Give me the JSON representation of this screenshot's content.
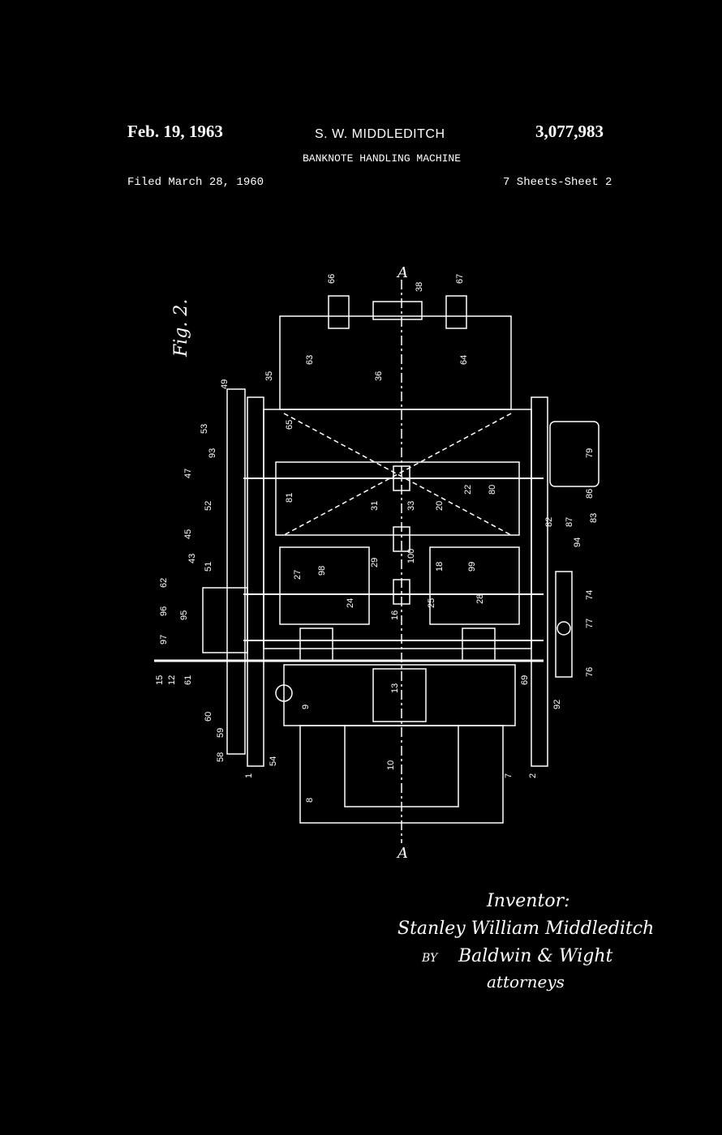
{
  "header": {
    "date": "Feb. 19, 1963",
    "inventor_name": "S. W. MIDDLEDITCH",
    "patent_number": "3,077,983",
    "title": "BANKNOTE HANDLING MACHINE",
    "filed": "Filed March 28, 1960",
    "sheets": "7 Sheets-Sheet 2"
  },
  "drawing": {
    "figure_label": "Fig. 2.",
    "section_marks": [
      "A",
      "A"
    ],
    "reference_numerals": [
      "66",
      "38",
      "67",
      "63",
      "36",
      "64",
      "35",
      "49",
      "65",
      "53",
      "93",
      "47",
      "52",
      "45",
      "43",
      "51",
      "62",
      "96",
      "95",
      "97",
      "81",
      "31",
      "33",
      "20",
      "22",
      "80",
      "79",
      "86",
      "82",
      "87",
      "94",
      "83",
      "27",
      "98",
      "29",
      "100",
      "18",
      "99",
      "24",
      "16",
      "25",
      "28",
      "74",
      "77",
      "15",
      "12",
      "61",
      "60",
      "59",
      "58",
      "9",
      "13",
      "69",
      "76",
      "92",
      "54",
      "10",
      "8",
      "7",
      "2",
      "1"
    ]
  },
  "signature": {
    "inventor_label": "Inventor:",
    "inventor_signature": "Stanley William Middleditch",
    "by": "BY",
    "attorney_signature": "Baldwin & Wight",
    "attorneys_label": "attorneys"
  }
}
